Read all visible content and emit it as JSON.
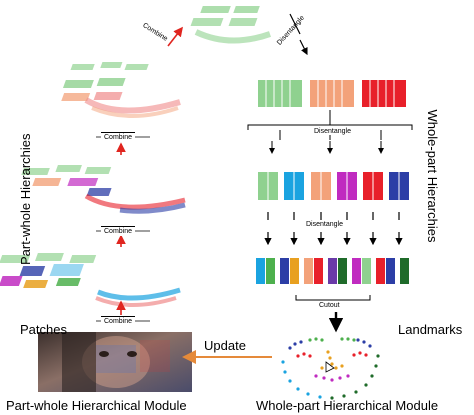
{
  "labels": {
    "part_whole_hierarchies": "Part-whole Hierarchies",
    "whole_part_hierarchies": "Whole-part Hierarchies",
    "patches": "Patches",
    "landmarks": "Landmarks",
    "update": "Update",
    "cutout": "Cutout",
    "part_whole_module": "Part-whole Hierarchical Module",
    "whole_part_module": "Whole-part Hierarchical Module"
  },
  "combine_tags": [
    "Combine",
    "Combine",
    "Combine",
    "Combine"
  ],
  "disentangle_tags": [
    "Disentangle",
    "Disentangle",
    "Disentangle"
  ],
  "colors": {
    "green": "#8fd18f",
    "orange": "#f3a27a",
    "red": "#e8202a",
    "cyan": "#1aa3e0",
    "magenta": "#c02bc0",
    "blue": "#2c3ea6",
    "purple": "#6a3aa8",
    "dark_green": "#1f6b2a",
    "arrow_red": "#e0251f",
    "arrow_orange": "#e58a3a"
  },
  "row1_blocks": [
    "green",
    "orange",
    "red"
  ],
  "row2_blocks": [
    "green",
    "cyan",
    "orange",
    "magenta",
    "red",
    "blue"
  ],
  "row3_blocks": [
    "cyan",
    "green",
    "blue",
    "orange",
    "red",
    "purple",
    "magenta",
    "blue",
    "red",
    "dark_green"
  ]
}
